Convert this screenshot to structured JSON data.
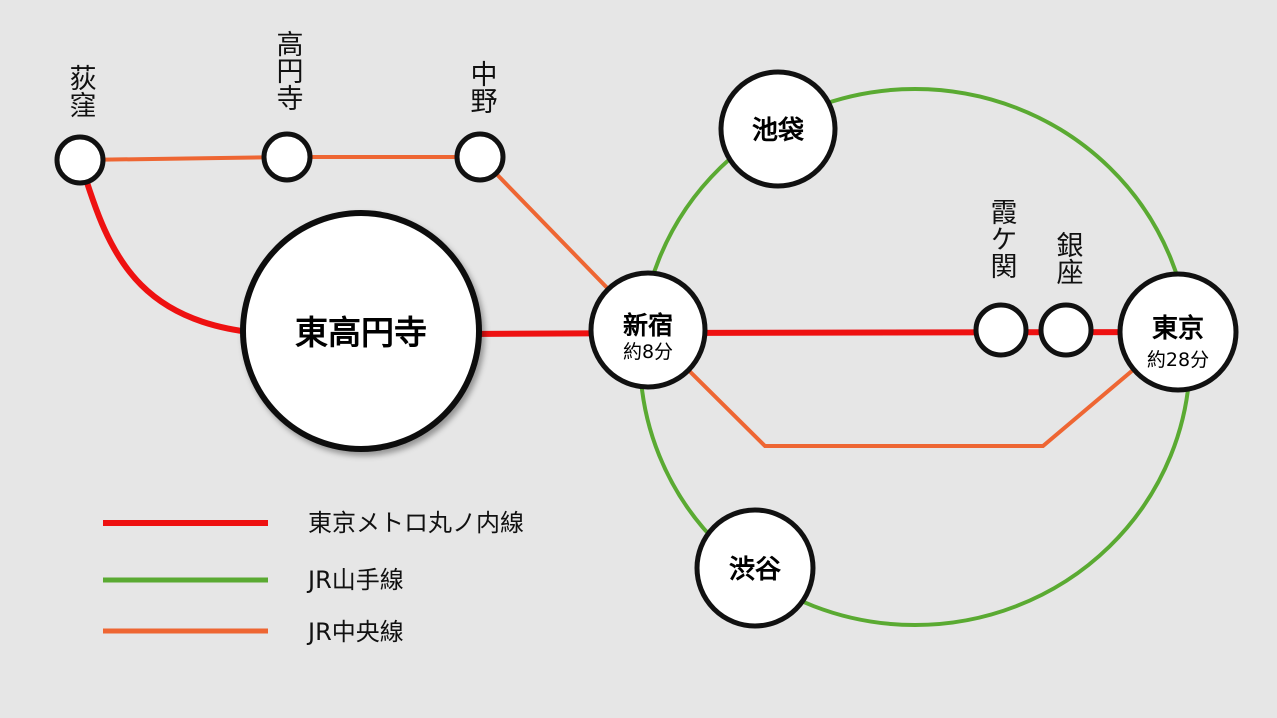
{
  "colors": {
    "marunouchi": "#ee1111",
    "yamanote": "#5aaa32",
    "chuo": "#ee6633",
    "background": "#e6e6e6",
    "station_fill": "#ffffff",
    "station_stroke": "#111111"
  },
  "stations": {
    "ogikubo": "荻窪",
    "koenji": "高円寺",
    "nakano": "中野",
    "higashi_koenji": "東高円寺",
    "shinjuku": "新宿",
    "shinjuku_time": "約8分",
    "ikebukuro": "池袋",
    "kasumigaseki": "霞ケ関",
    "ginza": "銀座",
    "tokyo": "東京",
    "tokyo_time": "約28分",
    "shibuya": "渋谷"
  },
  "legend": [
    {
      "label": "東京メトロ丸ノ内線",
      "color": "#ee1111"
    },
    {
      "label": "JR山手線",
      "color": "#5aaa32"
    },
    {
      "label": "JR中央線",
      "color": "#ee6633"
    }
  ]
}
